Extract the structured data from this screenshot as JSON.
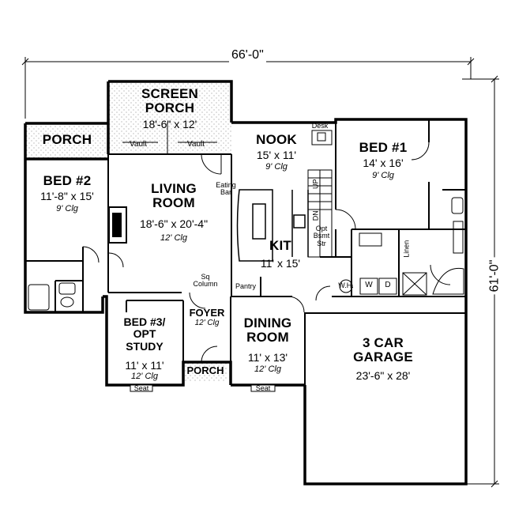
{
  "overall": {
    "width": "66'-0\"",
    "depth": "61'-0\""
  },
  "rooms": {
    "screen_porch": {
      "name1": "SCREEN",
      "name2": "PORCH",
      "size": "18'-6\" x 12'",
      "vault_left": "Vault",
      "vault_right": "Vault"
    },
    "porch_left": {
      "name": "PORCH"
    },
    "nook": {
      "name": "NOOK",
      "size": "15' x 11'",
      "clg": "9' Clg",
      "desk": "Desk"
    },
    "bed1": {
      "name": "BED #1",
      "size": "14' x 16'",
      "clg": "9' Clg"
    },
    "bed2": {
      "name": "BED #2",
      "size": "11'-8\" x 15'",
      "clg": "9' Clg"
    },
    "living": {
      "name1": "LIVING",
      "name2": "ROOM",
      "size": "18'-6\" x 20'-4\"",
      "clg": "12' Clg"
    },
    "kitchen": {
      "name": "KIT",
      "size": "11' x 15'",
      "eating_bar1": "Eating",
      "eating_bar2": "Bar",
      "up": "UP",
      "dn": "DN",
      "opt": "Opt",
      "bsmt": "Bsmt",
      "str": "Str",
      "pantry": "Pantry"
    },
    "sq_column": {
      "line1": "Sq",
      "line2": "Column"
    },
    "foyer": {
      "name": "FOYER",
      "clg": "12' Clg"
    },
    "bed3": {
      "name1": "BED #3/",
      "name2": "OPT",
      "name3": "STUDY",
      "size": "11' x 11'",
      "clg": "12' Clg",
      "seat": "Seat"
    },
    "porch_front": {
      "name": "PORCH"
    },
    "dining": {
      "name1": "DINING",
      "name2": "ROOM",
      "size": "11' x 13'",
      "clg": "12' Clg",
      "seat": "Seat"
    },
    "garage": {
      "name1": "3 CAR",
      "name2": "GARAGE",
      "size": "23'-6\" x 28'"
    },
    "utility": {
      "wh": "W.H.",
      "w": "W",
      "d": "D",
      "linen": "Linen"
    }
  }
}
